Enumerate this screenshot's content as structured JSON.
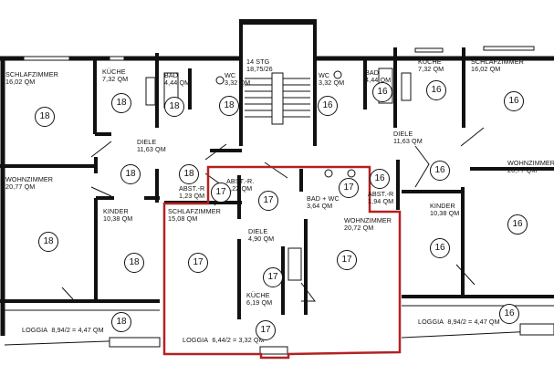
{
  "stairwell": {
    "label": "14 STG",
    "dims": "18,75/26"
  },
  "accent_color": "#b22222",
  "units": {
    "left": {
      "number": "18",
      "rooms": [
        {
          "name": "SCHLAFZIMMER",
          "area": "16,02 QM"
        },
        {
          "name": "KÜCHE",
          "area": "7,32 QM"
        },
        {
          "name": "BAD",
          "area": "4,44 QM"
        },
        {
          "name": "WC",
          "area": "3,32 QM"
        },
        {
          "name": "DIELE",
          "area": "11,63 QM"
        },
        {
          "name": "WOHNZIMMER",
          "area": "20,77 QM"
        },
        {
          "name": "KINDER",
          "area": "10,38 QM"
        },
        {
          "name": "ABST.-R",
          "area": "1,23 QM"
        },
        {
          "name": "LOGGIA",
          "area": "8,94/2 = 4,47 QM"
        }
      ]
    },
    "center": {
      "number": "17",
      "rooms": [
        {
          "name": "ABST.-R.",
          "area": "1,22 QM"
        },
        {
          "name": "BAD + WC",
          "area": "3,64 QM"
        },
        {
          "name": "SCHLAFZIMMER",
          "area": "15,08 QM"
        },
        {
          "name": "DIELE",
          "area": "4,90 QM"
        },
        {
          "name": "WOHNZIMMER",
          "area": "20,72 QM"
        },
        {
          "name": "KÜCHE",
          "area": "6,19 QM"
        },
        {
          "name": "LOGGIA",
          "area": "6,44/2 = 3,32 QM"
        }
      ]
    },
    "right": {
      "number": "16",
      "rooms": [
        {
          "name": "WC",
          "area": "3,32 QM"
        },
        {
          "name": "BAD",
          "area": "4,44 QM"
        },
        {
          "name": "KÜCHE",
          "area": "7,32 QM"
        },
        {
          "name": "SCHLAFZIMMER",
          "area": "16,02 QM"
        },
        {
          "name": "DIELE",
          "area": "11,63 QM"
        },
        {
          "name": "ABST.-R",
          "area": "1,94 QM"
        },
        {
          "name": "WOHNZIMMER",
          "area": "20,77 QM"
        },
        {
          "name": "KINDER",
          "area": "10,38 QM"
        },
        {
          "name": "LOGGIA",
          "area": "8,94/2 = 4,47 QM"
        }
      ]
    }
  }
}
